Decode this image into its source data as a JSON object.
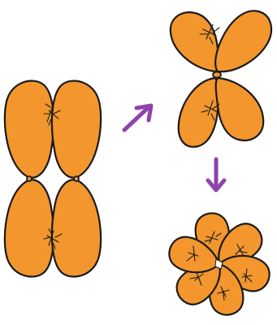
{
  "colors": {
    "petal_fill": "#F2962D",
    "outline": "#1a1a1a",
    "arrow": "#8E44AD",
    "background": "#FFFFFF"
  },
  "stages": [
    {
      "id": "stage-one",
      "shape": "two stacked pairs of elongated lobes",
      "lobes": 4
    },
    {
      "id": "stage-two",
      "shape": "two tilted pairs joined at a centre knot",
      "lobes": 4
    },
    {
      "id": "stage-three",
      "shape": "flower-like rosette of overlapping lobes",
      "lobes": 6
    }
  ],
  "arrows": [
    {
      "id": "arrow-up-right",
      "direction": "up-right"
    },
    {
      "id": "arrow-down",
      "direction": "down"
    }
  ]
}
